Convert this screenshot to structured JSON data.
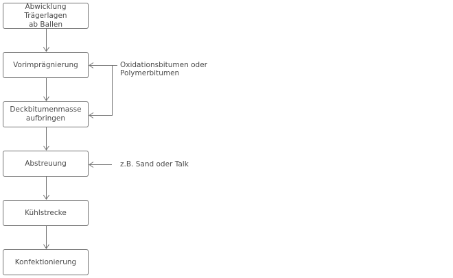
{
  "steps": [
    {
      "label": "Abwicklung Trägerlagen\nab Ballen"
    },
    {
      "label": "Vorimprägnierung"
    },
    {
      "label": "Deckbitumenmasse\naufbringen"
    },
    {
      "label": "Abstreuung"
    },
    {
      "label": "Kühlstrecke"
    },
    {
      "label": "Konfektionierung"
    }
  ],
  "notes": {
    "bitumen": "Oxidationsbitumen oder\nPolymerbitumen",
    "sand": "z.B. Sand oder Talk"
  }
}
